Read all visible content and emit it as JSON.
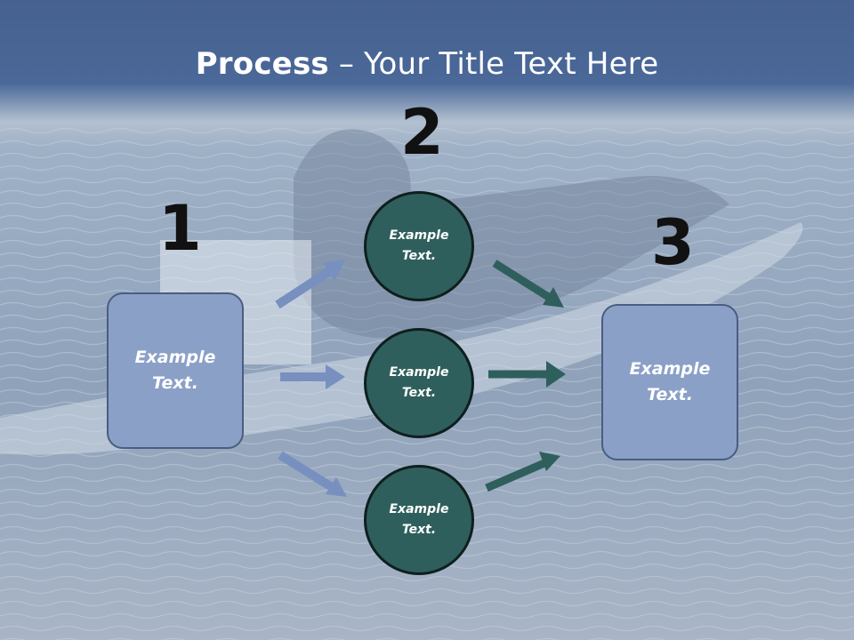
{
  "title": {
    "bold": "Process",
    "rest": " – Your Title Text Here"
  },
  "steps": {
    "one": "1",
    "two": "2",
    "three": "3"
  },
  "left_box": "Example\nText.",
  "right_box": "Example\nText.",
  "circles": [
    "Example\nText.",
    "Example\nText.",
    "Example\nText."
  ],
  "colors": {
    "box_fill": "#8aa0c7",
    "circle_fill": "#2f5f5c",
    "arrow_blue": "#7890bf",
    "arrow_teal": "#2f5f5c"
  }
}
